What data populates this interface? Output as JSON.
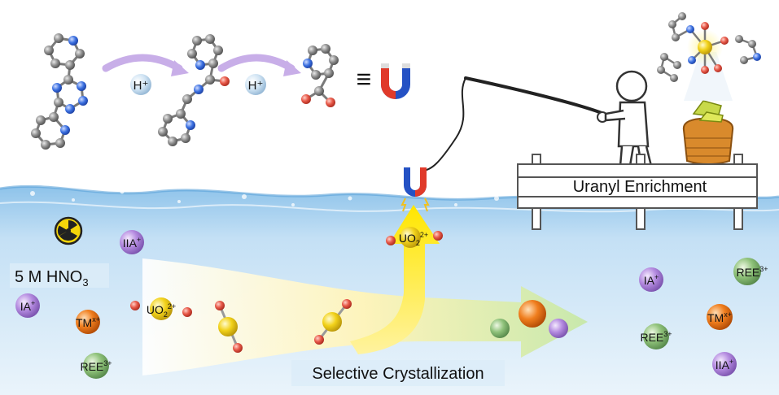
{
  "reaction": {
    "step1_reagent": "H⁺",
    "step2_reagent": "H⁺",
    "equiv_symbol": "≡"
  },
  "dock": {
    "sign": "Uranyl Enrichment"
  },
  "left_solution": {
    "acid_label": "5 M HNO",
    "acid_sub": "3",
    "ions": [
      {
        "base": "IIA",
        "sup": "+"
      },
      {
        "base": "IA",
        "sup": "+"
      },
      {
        "base": "UO",
        "sub": "2",
        "sup": "2+"
      },
      {
        "base": "TM",
        "sup": "x+"
      },
      {
        "base": "REE",
        "sup": "3+"
      }
    ]
  },
  "captured_ion": {
    "base": "UO",
    "sub": "2",
    "sup": "2+"
  },
  "process_label": "Selective Crystallization",
  "right_solution": {
    "ions": [
      {
        "base": "IA",
        "sup": "+"
      },
      {
        "base": "REE",
        "sup": "3+"
      },
      {
        "base": "TM",
        "sup": "x+"
      },
      {
        "base": "REE",
        "sup": "3+"
      },
      {
        "base": "IIA",
        "sup": "+"
      }
    ]
  },
  "colors": {
    "ia": "#b48be0",
    "iia": "#b48be0",
    "tm": "#f07e1e",
    "ree": "#8fc27a",
    "uranyl": "#f2d21a",
    "oxygen": "#e85a4a",
    "nitrogen": "#3a6fe0",
    "carbon": "#8a8a8a"
  },
  "icons": [
    "radiation-icon",
    "magnet-icon",
    "stick-figure-fisher",
    "basket-icon",
    "dock-icon"
  ]
}
